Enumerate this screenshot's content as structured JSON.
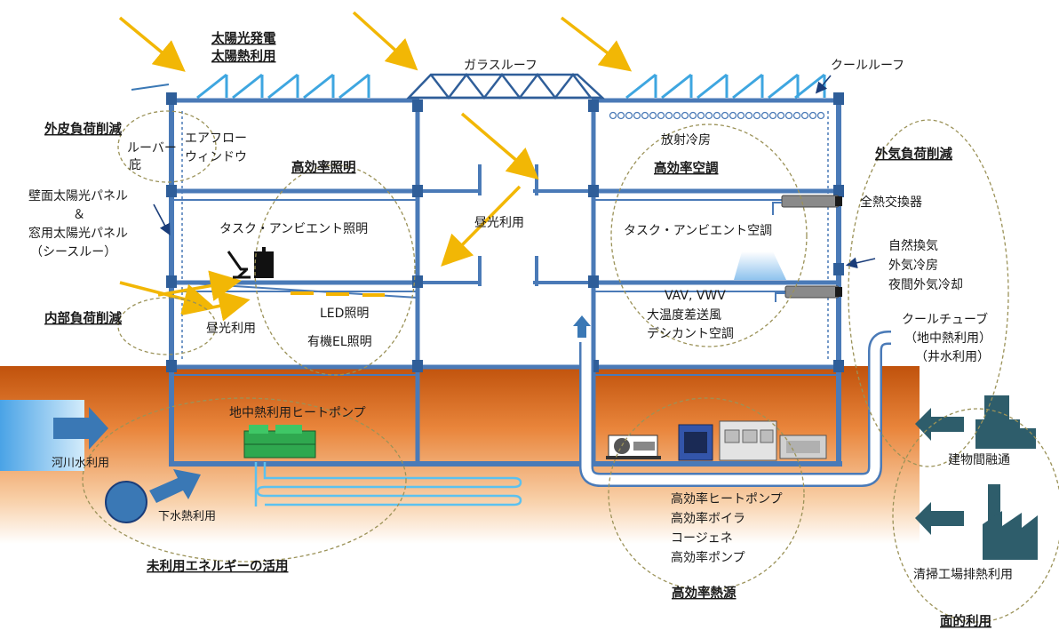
{
  "labels": {
    "solar_power": "太陽光発電",
    "solar_heat": "太陽熱利用",
    "glass_roof": "ガラスルーフ",
    "cool_roof": "クールルーフ",
    "envelope_load": "外皮負荷削減",
    "louver": "ルーバー",
    "eaves": "庇",
    "airflow_window": [
      "エアフロー",
      "ウィンドウ"
    ],
    "high_eff_lighting": "高効率照明",
    "radiant_cooling": "放射冷房",
    "high_eff_ac": "高効率空調",
    "outdoor_load": "外気負荷削減",
    "wall_pv": [
      "壁面太陽光パネル",
      "＆",
      "窓用太陽光パネル",
      "（シースルー）"
    ],
    "task_ambient_lighting": "タスク・アンビエント照明",
    "daylight_center": "昼光利用",
    "task_ambient_ac": "タスク・アンビエント空調",
    "total_heat_exchanger": "全熱交換器",
    "natural_vent": [
      "自然換気",
      "外気冷房",
      "夜間外気冷却"
    ],
    "vav": "VAV, VWV",
    "large_dt": "大温度差送風",
    "desiccant": "デシカント空調",
    "internal_load": "内部負荷削減",
    "daylight_left": "昼光利用",
    "led": "LED照明",
    "organic_el": "有機EL照明",
    "cool_tube": [
      "クールチューブ",
      "（地中熱利用）",
      "（井水利用）"
    ],
    "geo_heat_pump": "地中熱利用ヒートポンプ",
    "river_water": "河川水利用",
    "sewage_heat": "下水熱利用",
    "unused_energy": "未利用エネルギーの活用",
    "heat_sources": [
      "高効率ヒートポンプ",
      "高効率ボイラ",
      "コージェネ",
      "高効率ポンプ"
    ],
    "high_eff_heat_source": "高効率熱源",
    "inter_building": "建物間融通",
    "incinerator_heat": "清掃工場排熱利用",
    "area_use": "面的利用"
  },
  "colors": {
    "structure": "#4a7ab7",
    "structure_dark": "#2f5e99",
    "sun_arrow": "#f2b705",
    "ground_top": "#c85a12",
    "ground_bottom": "#ffffff",
    "water": "#5aa9e6",
    "arrow_blue": "#3a78b5",
    "district_teal": "#2e5d6b",
    "ellipse": "#9b9258",
    "led": "#f5b400",
    "heat_pump_green": "#2fa84f"
  },
  "icons": {
    "sun_rays": "sun-ray-arrow-icon",
    "solar_panels": "solar-panel-icon",
    "truss": "glass-roof-truss-icon",
    "desk_chair": "office-chair-icon",
    "ac_vent": "ac-vent-icon",
    "heat_exchanger": "heat-exchanger-icon",
    "factory": "factory-icon",
    "building": "building-icon",
    "pump": "pump-icon",
    "boiler": "boiler-icon",
    "cogeneration": "cogeneration-icon",
    "heat_pump": "heat-pump-icon"
  }
}
